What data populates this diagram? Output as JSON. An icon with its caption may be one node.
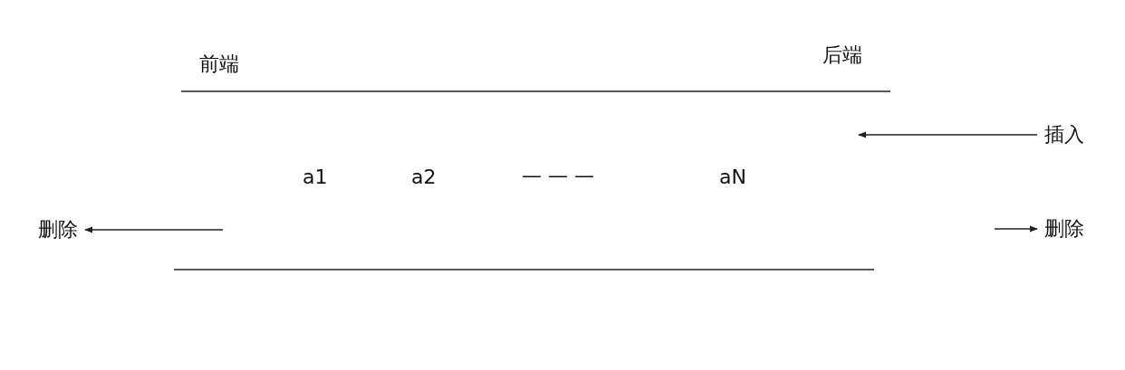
{
  "diagram": {
    "nodes": [
      {
        "text": [
          "插入"
        ]
      },
      {
        "text": [
          "删除"
        ]
      },
      {
        "text": [
          "删除"
        ]
      }
    ],
    "edges": [
      {
        "from": 0,
        "to": null,
        "arrow": "to"
      },
      {
        "from": null,
        "to": 1,
        "arrow": "to"
      },
      {
        "from": null,
        "to": 2,
        "arrow": "to"
      }
    ],
    "labels": [
      "前端",
      "后端",
      "a1",
      "a2",
      "— — —",
      "aN"
    ]
  }
}
